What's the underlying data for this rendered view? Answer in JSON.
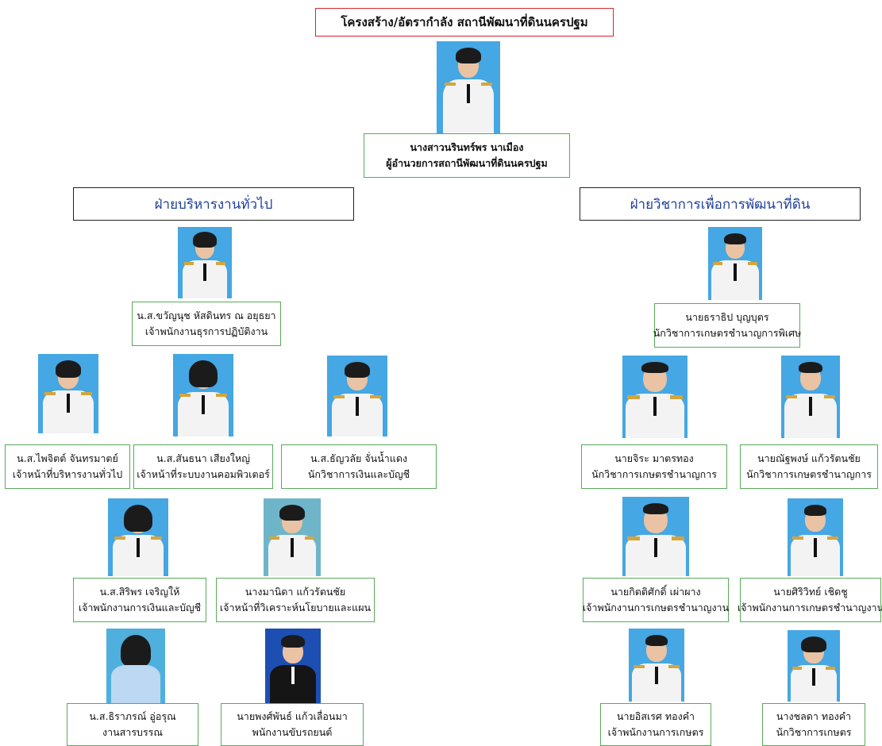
{
  "title": "โครงสร้าง/อัตรากำลัง สถานีพัฒนาที่ดินนครปฐม",
  "director": {
    "name": "นางสาวนรินทร์พร นาเมือง",
    "role": "ผู้อำนวยการสถานีพัฒนาที่ดินนครปฐม"
  },
  "sections": {
    "admin": "ฝ่ายบริหารงานทั่วไป",
    "technical": "ฝ่ายวิชาการเพื่อการพัฒนาที่ดิน"
  },
  "admin_staff": [
    {
      "name": "น.ส.ขวัญนุช หัสดินทร ณ อยุธยา",
      "role": "เจ้าพนักงานธุรการปฏิบัติงาน"
    },
    {
      "name": "น.ส.ไพจิตต์ จันทรมาตย์",
      "role": "เจ้าหน้าที่บริหารงานทั่วไป"
    },
    {
      "name": "น.ส.สันธนา เสียงใหญ่",
      "role": "เจ้าหน้าที่ระบบงานคอมพิวเตอร์"
    },
    {
      "name": "น.ส.ธัญวลัย จั่นน้ำแดง",
      "role": "นักวิชาการเงินและบัญชี"
    },
    {
      "name": "น.ส.สิริพร เจริญให้",
      "role": "เจ้าพนักงานการเงินและบัญชี"
    },
    {
      "name": "นางมานิดา แก้วรัตนชัย",
      "role": "เจ้าหน้าที่วิเคราะห์นโยบายและแผน"
    },
    {
      "name": "น.ส.ธิราภรณ์ อู่อรุณ",
      "role": "งานสารบรรณ"
    },
    {
      "name": "นายพงศ์พันธ์ แก้วเลื่อนมา",
      "role": "พนักงานขับรถยนต์"
    }
  ],
  "tech_staff": [
    {
      "name": "นายธราธิป บุญบุตร",
      "role": "นักวิชาการเกษตรชำนาญการพิเศษ"
    },
    {
      "name": "นายจิระ มาตรทอง",
      "role": "นักวิชาการเกษตรชำนาญการ"
    },
    {
      "name": "นายณัฐพงษ์ แก้วรัตนชัย",
      "role": "นักวิชาการเกษตรชำนาญการ"
    },
    {
      "name": "นายกิตติศักดิ์ เผ่าผาง",
      "role": "เจ้าพนักงานการเกษตรชำนาญงาน"
    },
    {
      "name": "นายศิริวิทย์ เชิดชู",
      "role": "เจ้าพนักงานการเกษตรชำนาญงาน"
    },
    {
      "name": "นายอิสเรศ ทองคำ",
      "role": "เจ้าพนักงานการเกษตร"
    },
    {
      "name": "นางชลดา ทองคำ",
      "role": "นักวิชาการเกษตร"
    }
  ]
}
